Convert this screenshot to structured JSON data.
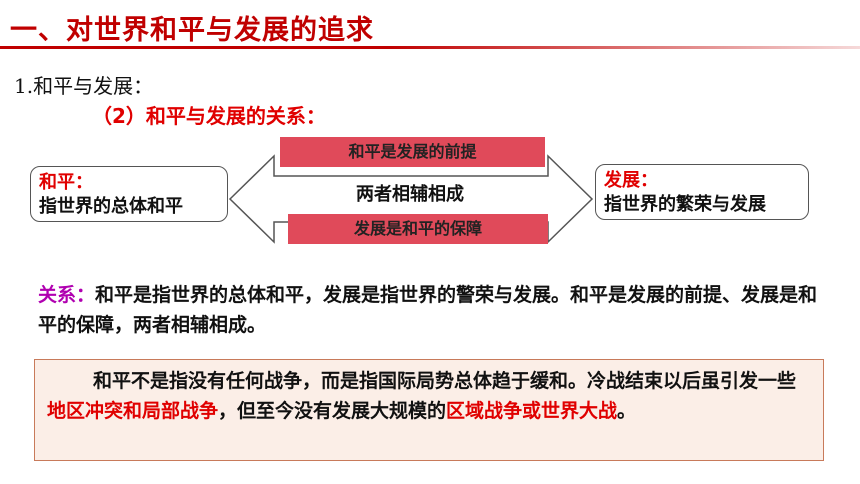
{
  "header": {
    "title": "一、对世界和平与发展的追求"
  },
  "section": {
    "title": "1.和平与发展："
  },
  "subsection": {
    "title": "（2）和平与发展的关系："
  },
  "diagram": {
    "left": {
      "label": "和平：",
      "desc": "指世界的总体和平"
    },
    "right": {
      "label": "发展：",
      "desc": "指世界的繁荣与发展"
    },
    "center": "两者相辅相成",
    "top_band": "和平是发展的前提",
    "bottom_band": "发展是和平的保障",
    "colors": {
      "band": "#e04a5a",
      "accent": "#e00000"
    }
  },
  "relation": {
    "label": "关系：",
    "text": "和平是指世界的总体和平，发展是指世界的警荣与发展。和平是发展的前提、发展是和平的保障，两者相辅相成。"
  },
  "note": {
    "part1": "和平不是指没有任何战争，而是指国际局势总体趋于缓和。冷战结束以后虽引发一些",
    "highlight1": "地区冲突和局部战争",
    "part2": "，但至今没有发展大规模的",
    "highlight2": "区域战争或世界大战",
    "part3": "。"
  }
}
